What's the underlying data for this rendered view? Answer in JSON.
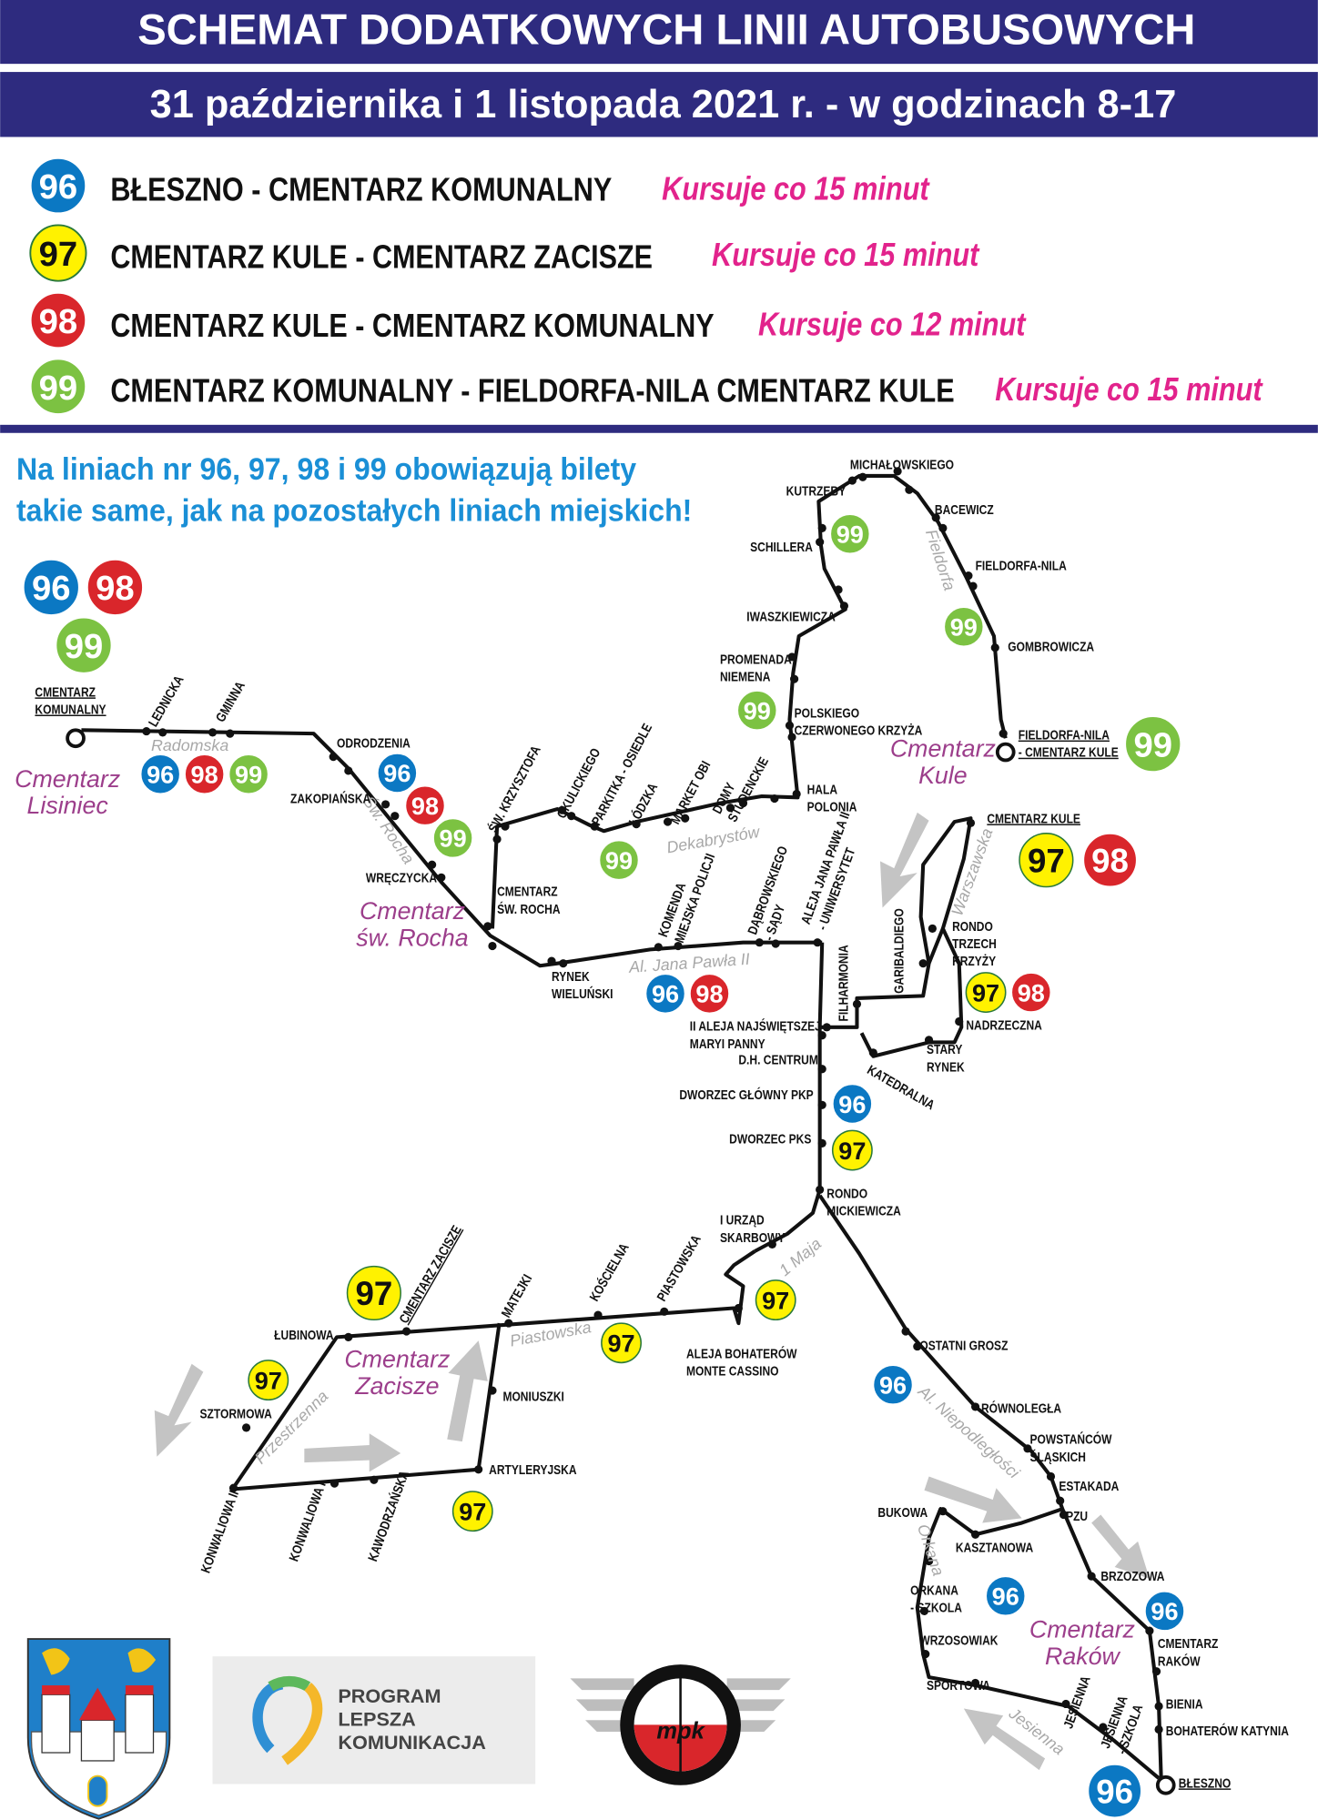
{
  "header": {
    "title": "SCHEMAT DODATKOWYCH LINII AUTOBUSOWYCH",
    "subtitle": "31 października i 1 listopada 2021 r. - w godzinach 8-17"
  },
  "lines": [
    {
      "number": "96",
      "color": "#0b78c3",
      "text_color": "#ffffff",
      "route": "BŁESZNO - CMENTARZ KOMUNALNY",
      "frequency": "Kursuje co 15 minut"
    },
    {
      "number": "97",
      "color": "#fff200",
      "text_color": "#111111",
      "route": "CMENTARZ KULE - CMENTARZ ZACISZE",
      "frequency": "Kursuje co 15 minut"
    },
    {
      "number": "98",
      "color": "#d9262b",
      "text_color": "#ffffff",
      "route": "CMENTARZ KULE - CMENTARZ KOMUNALNY",
      "frequency": "Kursuje co 12 minut"
    },
    {
      "number": "99",
      "color": "#7cc242",
      "text_color": "#ffffff",
      "route": "CMENTARZ KOMUNALNY - FIELDORFA-NILA CMENTARZ KULE",
      "frequency": "Kursuje co 15 minut"
    }
  ],
  "info": {
    "line1": "Na liniach nr 96, 97, 98 i 99 obowiązują bilety",
    "line2": "takie same, jak na pozostałych liniach miejskich!"
  },
  "colors": {
    "banner": "#2e2b7f",
    "frequency": "#e2238c",
    "info": "#1a8fd6",
    "cemetery": "#9c3e8b"
  },
  "map": {
    "cemeteries": [
      {
        "lines": [
          "Cmentarz",
          "Lisiniec"
        ]
      },
      {
        "lines": [
          "Cmentarz",
          "św. Rocha"
        ]
      },
      {
        "lines": [
          "Cmentarz",
          "Kule"
        ]
      },
      {
        "lines": [
          "Cmentarz",
          "Zacisze"
        ]
      },
      {
        "lines": [
          "Cmentarz",
          "Raków"
        ]
      }
    ],
    "streets": [
      "Radomska",
      "Św. Rocha",
      "Dekabrystów",
      "Al. Jana Pawła II",
      "Fieldorfa",
      "Warszawska",
      "1 Maja",
      "Piastowska",
      "Przestrzenna",
      "Al. Niepodległości",
      "Orkana",
      "Jesienna"
    ],
    "stops": [
      {
        "lines": [
          "CMENTARZ",
          "KOMUNALNY"
        ]
      },
      {
        "lines": [
          "LEDNICKA"
        ]
      },
      {
        "lines": [
          "GMINNA"
        ]
      },
      {
        "lines": [
          "ODRODZENIA"
        ]
      },
      {
        "lines": [
          "ZAKOPIAŃSKA"
        ]
      },
      {
        "lines": [
          "WRĘCZYCKA"
        ]
      },
      {
        "lines": [
          "CMENTARZ",
          "ŚW. ROCHA"
        ]
      },
      {
        "lines": [
          "RYNEK",
          "WIELUŃSKI"
        ]
      },
      {
        "lines": [
          "ŚW. KRZYSZTOFA"
        ]
      },
      {
        "lines": [
          "OKULICKIEGO"
        ]
      },
      {
        "lines": [
          "PARKITKA - OSIEDLE"
        ]
      },
      {
        "lines": [
          "ŁÓDZKA"
        ]
      },
      {
        "lines": [
          "MARKET OBI"
        ]
      },
      {
        "lines": [
          "DOMY",
          "STUDENCKIE"
        ]
      },
      {
        "lines": [
          "HALA",
          "POLONIA"
        ]
      },
      {
        "lines": [
          "PROMENADA",
          "NIEMENA"
        ]
      },
      {
        "lines": [
          "POLSKIEGO",
          "CZERWONEGO KRZYŻA"
        ]
      },
      {
        "lines": [
          "IWASZKIEWICZA"
        ]
      },
      {
        "lines": [
          "SCHILLERA"
        ]
      },
      {
        "lines": [
          "KUTRZEBY"
        ]
      },
      {
        "lines": [
          "MICHAŁOWSKIEGO"
        ]
      },
      {
        "lines": [
          "BACEWICZ"
        ]
      },
      {
        "lines": [
          "FIELDORFA-NILA"
        ]
      },
      {
        "lines": [
          "GOMBROWICZA"
        ]
      },
      {
        "lines": [
          "FIELDORFA-NILA",
          "- CMENTARZ KULE"
        ]
      },
      {
        "lines": [
          "CMENTARZ KULE"
        ]
      },
      {
        "lines": [
          "KOMENDA",
          "MIEJSKA POLICJI"
        ]
      },
      {
        "lines": [
          "DĄBROWSKIEGO",
          "- SĄDY"
        ]
      },
      {
        "lines": [
          "ALEJA JANA PAWŁA II",
          "- UNIWERSYTET"
        ]
      },
      {
        "lines": [
          "FILHARMONIA"
        ]
      },
      {
        "lines": [
          "GARIBALDIEGO"
        ]
      },
      {
        "lines": [
          "RONDO",
          "TRZECH",
          "KRZYŻY"
        ]
      },
      {
        "lines": [
          "NADRZECZNA"
        ]
      },
      {
        "lines": [
          "STARY",
          "RYNEK"
        ]
      },
      {
        "lines": [
          "KATEDRALNA"
        ]
      },
      {
        "lines": [
          "II ALEJA NAJŚWIĘTSZEJ",
          "MARYI PANNY"
        ]
      },
      {
        "lines": [
          "D.H. CENTRUM"
        ]
      },
      {
        "lines": [
          "DWORZEC GŁÓWNY PKP"
        ]
      },
      {
        "lines": [
          "DWORZEC PKS"
        ]
      },
      {
        "lines": [
          "RONDO",
          "MICKIEWICZA"
        ]
      },
      {
        "lines": [
          "I URZĄD",
          "SKARBOWY"
        ]
      },
      {
        "lines": [
          "ALEJA BOHATERÓW",
          "MONTE CASSINO"
        ]
      },
      {
        "lines": [
          "PIASTOWSKA"
        ]
      },
      {
        "lines": [
          "KOŚCIELNA"
        ]
      },
      {
        "lines": [
          "MATEJKI"
        ]
      },
      {
        "lines": [
          "CMENTARZ ZACISZE"
        ]
      },
      {
        "lines": [
          "ŁUBINOWA"
        ]
      },
      {
        "lines": [
          "SZTORMOWA"
        ]
      },
      {
        "lines": [
          "MONIUSZKI"
        ]
      },
      {
        "lines": [
          "ARTYLERYJSKA"
        ]
      },
      {
        "lines": [
          "KONWALIOWA II"
        ]
      },
      {
        "lines": [
          "KONWALIOWA I"
        ]
      },
      {
        "lines": [
          "KAWODRZAŃSKA"
        ]
      },
      {
        "lines": [
          "OSTATNI GROSZ"
        ]
      },
      {
        "lines": [
          "RÓWNOLEGŁA"
        ]
      },
      {
        "lines": [
          "POWSTAŃCÓW",
          "ŚLĄSKICH"
        ]
      },
      {
        "lines": [
          "ESTAKADA"
        ]
      },
      {
        "lines": [
          "PZU"
        ]
      },
      {
        "lines": [
          "BUKOWA"
        ]
      },
      {
        "lines": [
          "KASZTANOWA"
        ]
      },
      {
        "lines": [
          "ORKANA",
          "- SZKOLA"
        ]
      },
      {
        "lines": [
          "WRZOSOWIAK"
        ]
      },
      {
        "lines": [
          "SPORTOWA"
        ]
      },
      {
        "lines": [
          "JESIENNA"
        ]
      },
      {
        "lines": [
          "JESIENNA",
          "- SZKOLA"
        ]
      },
      {
        "lines": [
          "BRZOZOWA"
        ]
      },
      {
        "lines": [
          "CMENTARZ",
          "RAKÓW"
        ]
      },
      {
        "lines": [
          "BIENIA"
        ]
      },
      {
        "lines": [
          "BOHATERÓW KATYNIA"
        ]
      },
      {
        "lines": [
          "BŁESZNO"
        ]
      }
    ]
  },
  "logos": {
    "program": [
      "PROGRAM",
      "LEPSZA",
      "KOMUNIKACJA"
    ],
    "mpk": "mpk"
  }
}
